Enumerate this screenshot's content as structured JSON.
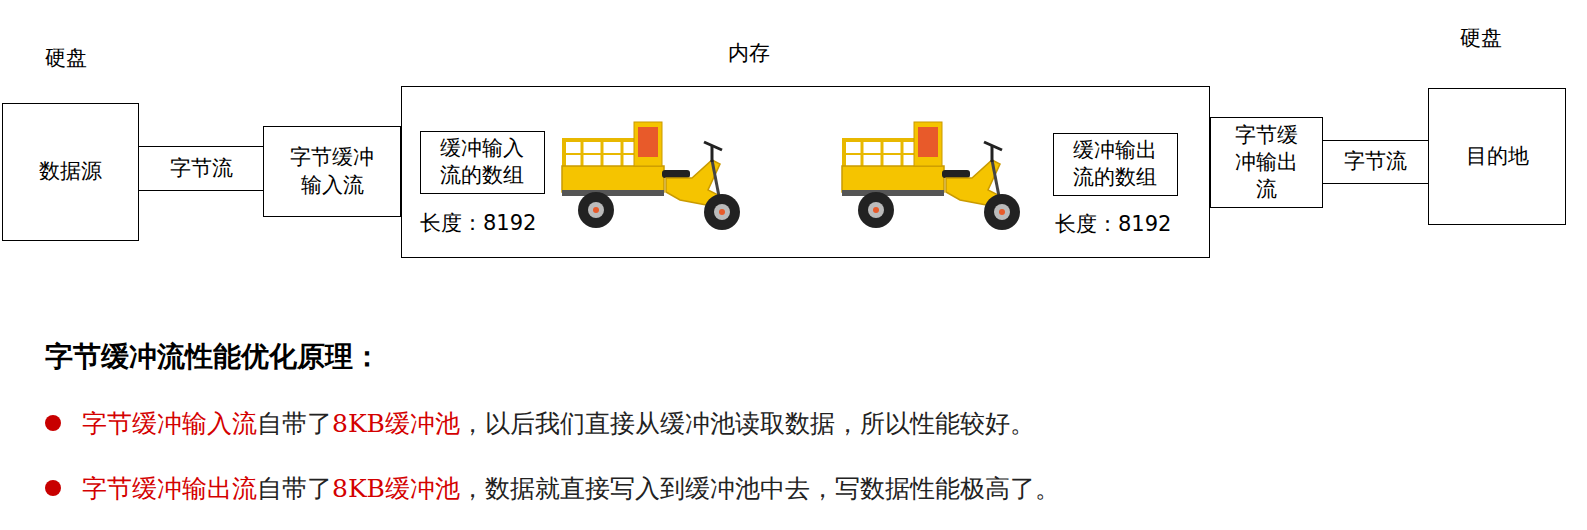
{
  "diagram": {
    "title": "字节缓冲流性能优化原理：",
    "nodes": [
      {
        "text": [
          "硬盘",
          "数据源"
        ]
      },
      {
        "text": [
          "字节流"
        ]
      },
      {
        "text": [
          "字节缓冲输入流"
        ]
      },
      {
        "text": [
          "内存"
        ]
      },
      {
        "text": [
          "缓冲输入流的数组"
        ],
        "in": 3
      },
      {
        "text": [
          "缓冲输出流的数组"
        ],
        "in": 3
      },
      {
        "text": [
          "字节缓冲输出流"
        ]
      },
      {
        "text": [
          "字节流"
        ]
      },
      {
        "text": [
          "硬盘",
          "目的地"
        ]
      }
    ],
    "labels": [
      "长度：8192",
      "长度：8192",
      "字节缓冲输入流",
      "自带了",
      "8KB缓冲池",
      "，以后我们直接从缓冲池读取数据，所以性能较好。",
      "字节缓冲输出流",
      "自带了",
      "8KB缓冲池",
      "，数据就直接写入到缓冲池中去，写数据性能极高了。"
    ]
  }
}
